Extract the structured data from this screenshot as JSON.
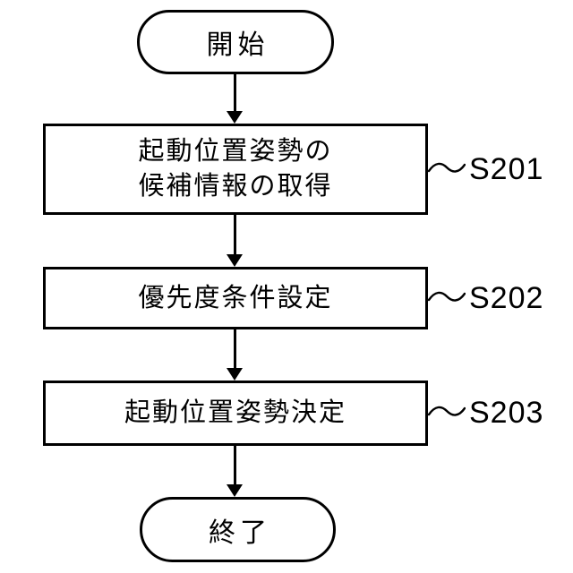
{
  "figure": {
    "background_color": "#ffffff",
    "line_color": "#000000",
    "text_color": "#000000"
  },
  "flowchart": {
    "start": {
      "label": "開始"
    },
    "steps": [
      {
        "text": "起動位置姿勢の\n候補情報の取得",
        "tag": "S201"
      },
      {
        "text": "優先度条件設定",
        "tag": "S202"
      },
      {
        "text": "起動位置姿勢決定",
        "tag": "S203"
      }
    ],
    "end": {
      "label": "終了"
    }
  }
}
